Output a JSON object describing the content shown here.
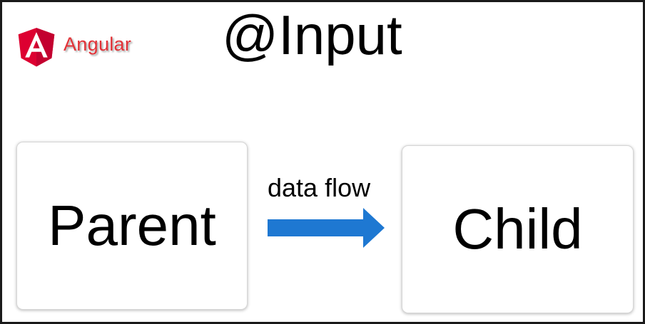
{
  "logo": {
    "text": "Angular",
    "icon": "angular-shield-icon",
    "colors": {
      "shield_light": "#dd0031",
      "shield_dark": "#c3002f",
      "letter": "#ffffff",
      "text": "#e23237"
    }
  },
  "title": "@Input",
  "diagram": {
    "source": {
      "label": "Parent"
    },
    "target": {
      "label": "Child"
    },
    "edge": {
      "label": "data flow",
      "icon": "right-arrow-icon",
      "color": "#1e78d2"
    }
  }
}
